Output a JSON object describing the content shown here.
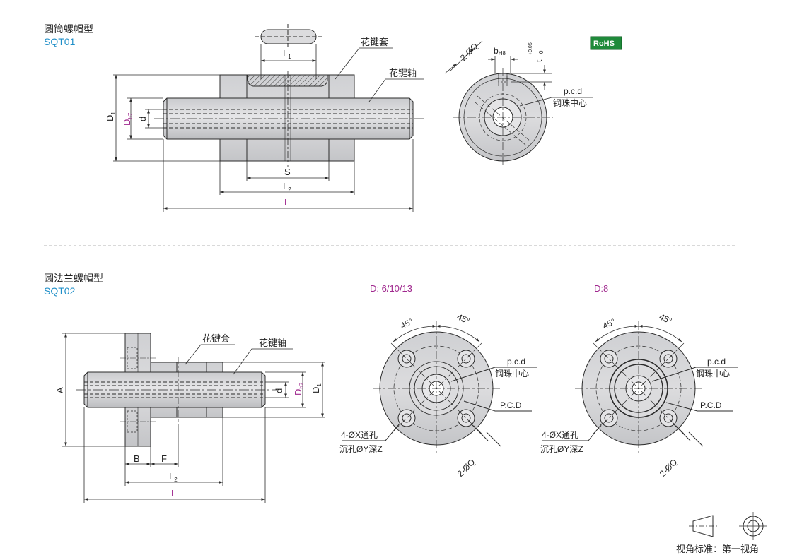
{
  "colors": {
    "line": "#2b2b2b",
    "part_fill": "#d4d4d6",
    "part_fill_dark": "#bfc0c3",
    "part_fill_light": "#e4e4e6",
    "accent_purple": "#a0288e",
    "accent_blue": "#1f8fc8",
    "rohs_green": "#1f8a3a"
  },
  "section1": {
    "title": "圆筒螺帽型",
    "code": "SQT01",
    "callout_sleeve": "花键套",
    "callout_shaft": "花键轴",
    "dims": {
      "L1": "L",
      "L1_sub": "1",
      "D1": "D",
      "D1_sub": "1",
      "Dh7": "D",
      "Dh7_sub": "h7",
      "d": "d",
      "S": "S",
      "L2": "L",
      "L2_sub": "2",
      "L": "L"
    },
    "end_view": {
      "phi_q": "2-ØQ",
      "b": "b",
      "b_sub": "H8",
      "t": "t",
      "t_tol_upper": "+0.05",
      "t_tol_lower": "0",
      "pcd": "p.c.d",
      "ball_center": "钢珠中心"
    },
    "rohs": "RoHS"
  },
  "section2": {
    "title": "圆法兰螺帽型",
    "code": "SQT02",
    "callout_sleeve": "花键套",
    "callout_shaft": "花键轴",
    "dims": {
      "A": "A",
      "d": "d",
      "Dh7": "D",
      "Dh7_sub": "h7",
      "D1": "D",
      "D1_sub": "1",
      "B": "B",
      "F": "F",
      "L2": "L",
      "L2_sub": "2",
      "L": "L"
    },
    "view_a": {
      "heading": "D: 6/10/13",
      "angle_left": "45°",
      "angle_right": "45°",
      "pcd": "p.c.d",
      "ball_center": "钢珠中心",
      "PCD": "P.C.D",
      "holes": "4-ØX通孔",
      "counterbore": "沉孔ØY深Z",
      "phi_q": "2-ØQ"
    },
    "view_b": {
      "heading": "D:8",
      "angle_left": "45°",
      "angle_right": "45°",
      "pcd": "p.c.d",
      "ball_center": "钢珠中心",
      "PCD": "P.C.D",
      "holes": "4-ØX通孔",
      "counterbore": "沉孔ØY深Z",
      "phi_q": "2-ØQ"
    }
  },
  "projection": {
    "label": "视角标准：第一视角"
  }
}
